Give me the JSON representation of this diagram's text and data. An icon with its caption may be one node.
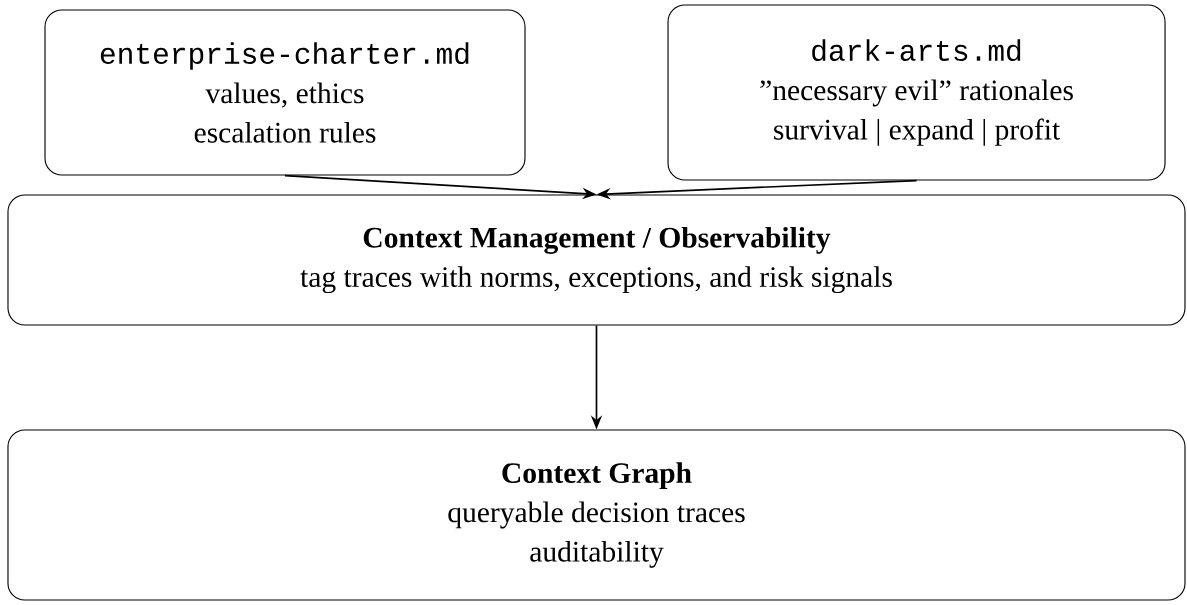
{
  "diagram": {
    "nodes": [
      {
        "text": [
          "enterprise-charter.md",
          "values, ethics",
          "escalation rules"
        ]
      },
      {
        "text": [
          "dark-arts.md",
          "”necessary evil” rationales",
          "survival | expand | profit"
        ]
      },
      {
        "text": [
          "Context Management / Observability",
          "tag traces with norms, exceptions, and risk signals"
        ]
      },
      {
        "text": [
          "Context Graph",
          "queryable decision traces",
          "auditability"
        ]
      }
    ],
    "edges": [
      {
        "from": 0,
        "to": 2,
        "arrow": "to"
      },
      {
        "from": 1,
        "to": 2,
        "arrow": "to"
      },
      {
        "from": 2,
        "to": 3,
        "arrow": "to"
      }
    ]
  }
}
